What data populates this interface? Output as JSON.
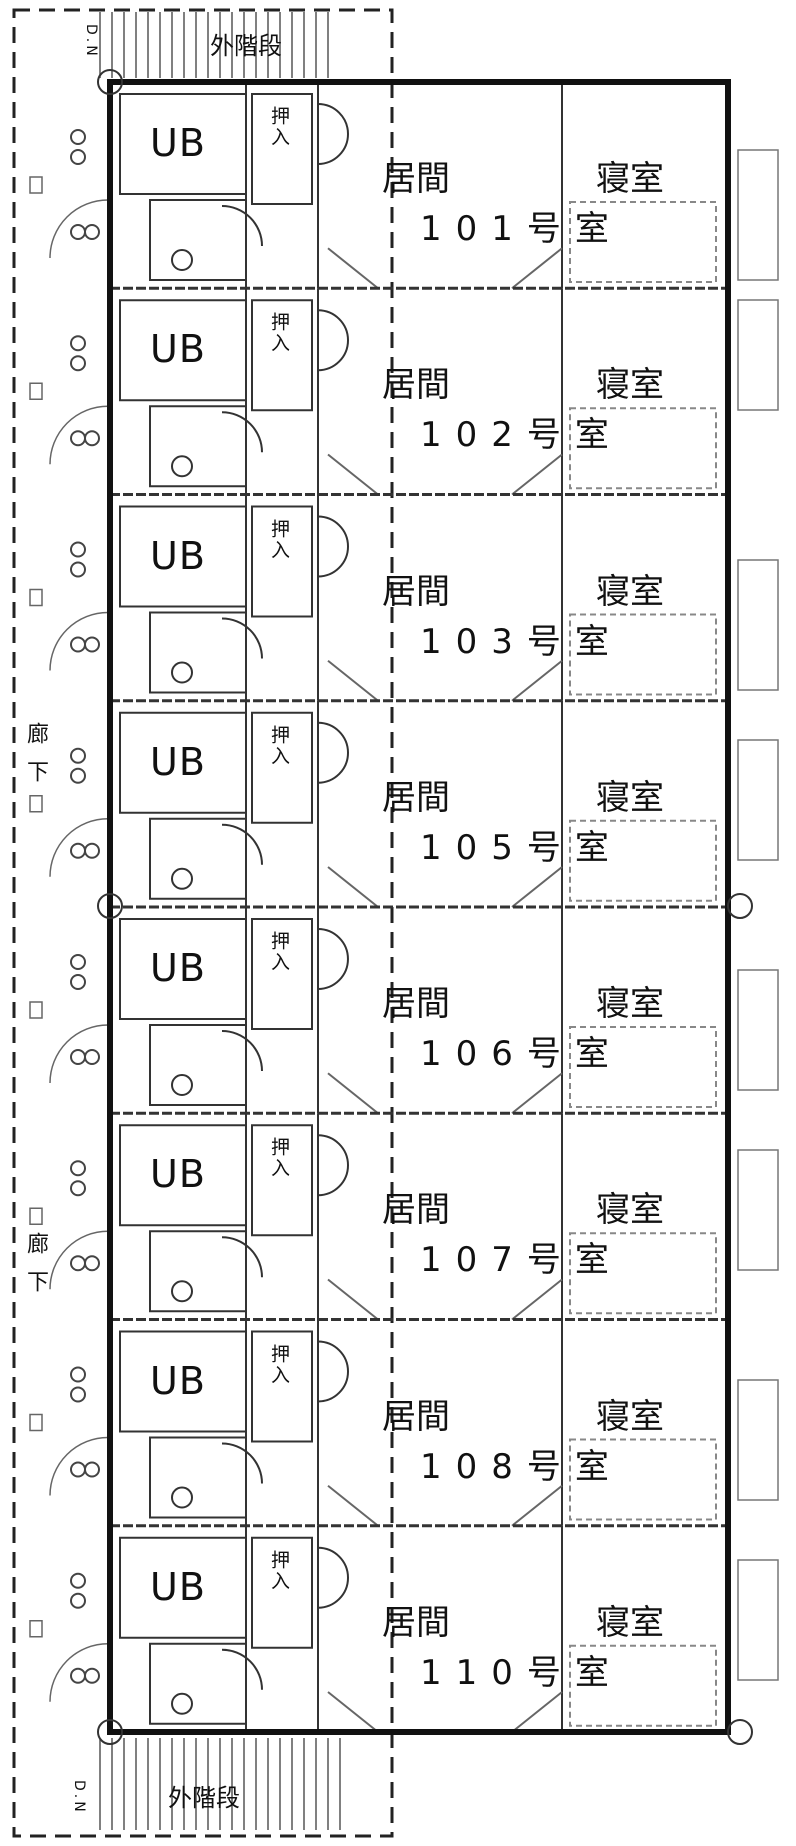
{
  "stairs": {
    "top": "外階段",
    "bottom": "外階段",
    "dn_top": "D.N",
    "dn_bottom": "D.N"
  },
  "corridor": [
    "廊下",
    "廊下"
  ],
  "units": [
    {
      "number": "101号室",
      "ub": "UB",
      "closet": "押入",
      "living": "居間",
      "bedroom": "寝室"
    },
    {
      "number": "102号室",
      "ub": "UB",
      "closet": "押入",
      "living": "居間",
      "bedroom": "寝室"
    },
    {
      "number": "103号室",
      "ub": "UB",
      "closet": "押入",
      "living": "居間",
      "bedroom": "寝室"
    },
    {
      "number": "105号室",
      "ub": "UB",
      "closet": "押入",
      "living": "居間",
      "bedroom": "寝室"
    },
    {
      "number": "106号室",
      "ub": "UB",
      "closet": "押入",
      "living": "居間",
      "bedroom": "寝室"
    },
    {
      "number": "107号室",
      "ub": "UB",
      "closet": "押入",
      "living": "居間",
      "bedroom": "寝室"
    },
    {
      "number": "108号室",
      "ub": "UB",
      "closet": "押入",
      "living": "居間",
      "bedroom": "寝室"
    },
    {
      "number": "110号室",
      "ub": "UB",
      "closet": "押入",
      "living": "居間",
      "bedroom": "寝室"
    }
  ],
  "colors": {
    "line": "#222222",
    "faint": "#8a8a8a",
    "paper": "#ffffff"
  }
}
